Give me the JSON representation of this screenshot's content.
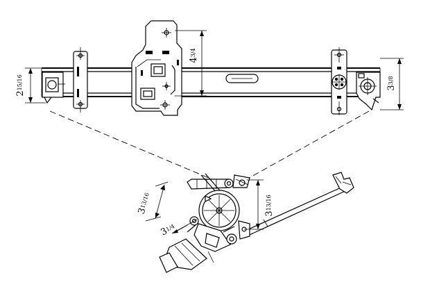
{
  "dimensions": {
    "upper_left_height": "2 15/16\"",
    "upper_left_height_whole": "2",
    "upper_left_height_frac": "15/16",
    "upper_bracket_height": "4 3/4\"",
    "upper_bracket_height_whole": "4",
    "upper_bracket_height_frac": "3/4",
    "upper_right_height": "3 3/8\"",
    "upper_right_height_whole": "3",
    "upper_right_height_frac": "3/8",
    "lower_left_width": "3 13/16\"",
    "lower_left_width_whole": "3",
    "lower_left_width_frac": "13/16",
    "lower_right_height": "3 13/16\"",
    "lower_right_height_whole": "3",
    "lower_right_height_frac": "13/16",
    "lower_motor_offset": "3 1/4\"",
    "lower_motor_offset_whole": "3",
    "lower_motor_offset_frac": "1/4"
  }
}
